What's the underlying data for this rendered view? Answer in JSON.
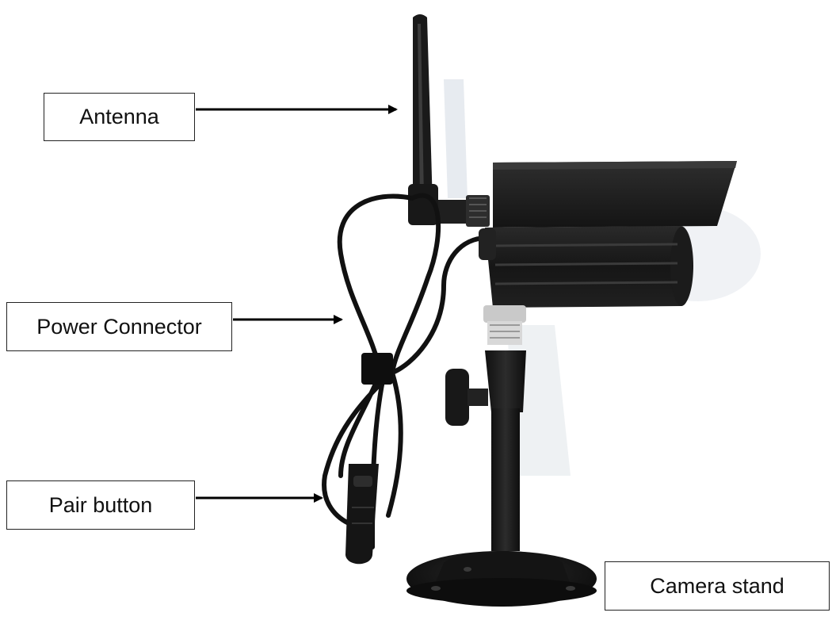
{
  "labels": {
    "antenna": "Antenna",
    "power_connector": "Power Connector",
    "pair_button": "Pair button",
    "camera_stand": "Camera stand"
  },
  "colors": {
    "background": "#ffffff",
    "device": "#1c1c1c",
    "device_highlight": "#3a3a3a",
    "shadow": "#e6eaee",
    "arrow": "#000000"
  }
}
